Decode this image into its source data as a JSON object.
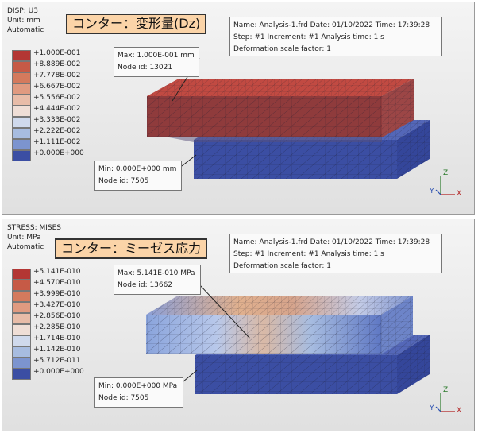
{
  "disp_panel": {
    "header": [
      "DISP: U3",
      "Unit: mm",
      "Automatic"
    ],
    "title_callout": "コンター：変形量(Dz)",
    "legend": [
      {
        "label": "+1.000E-001",
        "color": "#b33634"
      },
      {
        "label": "+8.889E-002",
        "color": "#c65a46"
      },
      {
        "label": "+7.778E-002",
        "color": "#d47a5d"
      },
      {
        "label": "+6.667E-002",
        "color": "#e09a80"
      },
      {
        "label": "+5.556E-002",
        "color": "#e8bca8"
      },
      {
        "label": "+4.444E-002",
        "color": "#efded6"
      },
      {
        "label": "+3.333E-002",
        "color": "#cfd9ec"
      },
      {
        "label": "+2.222E-002",
        "color": "#a7bce0"
      },
      {
        "label": "+1.111E-002",
        "color": "#7c94cf"
      },
      {
        "label": "+0.000E+000",
        "color": "#3b4ea3"
      }
    ],
    "info": [
      "Name: Analysis-1.frd  Date: 01/10/2022  Time: 17:39:28",
      "Step: #1  Increment: #1  Analysis time: 1 s",
      "Deformation scale factor: 1"
    ],
    "max_box": [
      "Max: 1.000E-001 mm",
      "Node id: 13021"
    ],
    "min_box": [
      "Min: 0.000E+000 mm",
      "Node id: 7505"
    ]
  },
  "stress_panel": {
    "header": [
      "STRESS: MISES",
      "Unit: MPa",
      "Automatic"
    ],
    "title_callout": "コンター：ミーゼス応力",
    "legend": [
      {
        "label": "+5.141E-010",
        "color": "#b33634"
      },
      {
        "label": "+4.570E-010",
        "color": "#c65a46"
      },
      {
        "label": "+3.999E-010",
        "color": "#d47a5d"
      },
      {
        "label": "+3.427E-010",
        "color": "#e09a80"
      },
      {
        "label": "+2.856E-010",
        "color": "#e8bca8"
      },
      {
        "label": "+2.285E-010",
        "color": "#efded6"
      },
      {
        "label": "+1.714E-010",
        "color": "#cfd9ec"
      },
      {
        "label": "+1.142E-010",
        "color": "#a7bce0"
      },
      {
        "label": "+5.712E-011",
        "color": "#7c94cf"
      },
      {
        "label": "+0.000E+000",
        "color": "#3b4ea3"
      }
    ],
    "info": [
      "Name: Analysis-1.frd  Date: 01/10/2022  Time: 17:39:28",
      "Step: #1  Increment: #1  Analysis time: 1 s",
      "Deformation scale factor: 1"
    ],
    "max_box": [
      "Max: 5.141E-010 MPa",
      "Node id: 13662"
    ],
    "min_box": [
      "Min: 0.000E+000 MPa",
      "Node id: 7505"
    ]
  },
  "axes": {
    "z": "Z",
    "y": "Y",
    "x": "X"
  },
  "colors": {
    "max_red": "#b33634",
    "min_blue": "#3b4ea3",
    "callout_bg": "#fbd4a8"
  }
}
